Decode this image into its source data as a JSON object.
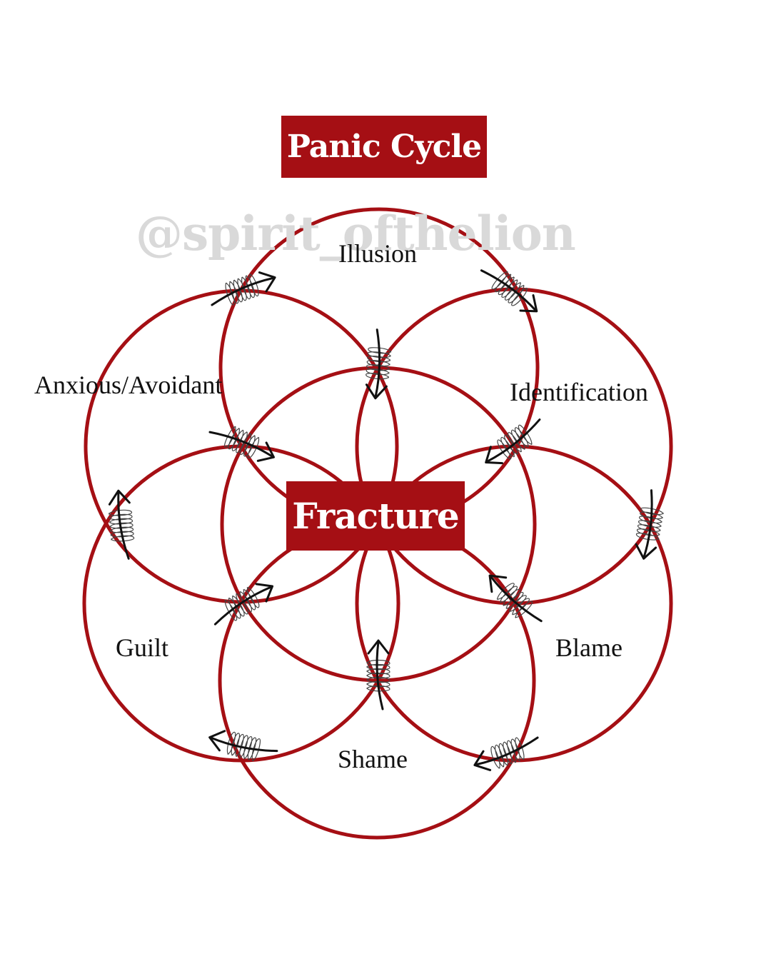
{
  "title": "Panic Cycle",
  "watermark": "@spirit_ofthelion",
  "center": {
    "label": "Fracture"
  },
  "stages": [
    {
      "label": "Illusion"
    },
    {
      "label": "Identification"
    },
    {
      "label": "Blame"
    },
    {
      "label": "Shame"
    },
    {
      "label": "Guilt"
    },
    {
      "label": "Anxious/Avoidant"
    }
  ],
  "colors": {
    "accent": "#a50f14",
    "ring": "#a50f14",
    "arrow": "#111111",
    "watermark": "#d9d9d9",
    "text": "#111111"
  },
  "icons": {
    "cycle_arrow": "scribbled-arrow-icon"
  }
}
